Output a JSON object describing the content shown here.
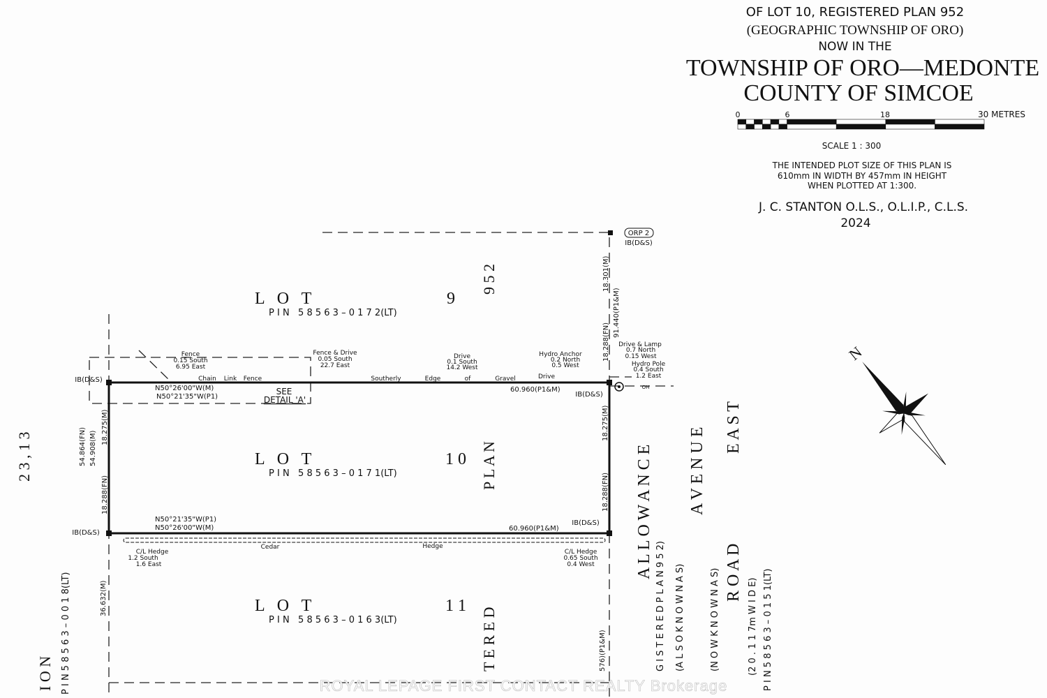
{
  "title_block": {
    "line1": "OF LOT 10, REGISTERED PLAN 952",
    "line2": "(GEOGRAPHIC TOWNSHIP OF ORO)",
    "line3": "NOW IN THE",
    "township": "TOWNSHIP OF ORO—MEDONTE",
    "county": "COUNTY OF SIMCOE",
    "scale_ticks": [
      "0",
      "6",
      "18",
      "30 METRES"
    ],
    "scale": "SCALE 1 : 300",
    "plot_note": [
      "THE INTENDED PLOT SIZE OF THIS PLAN IS",
      "610mm IN WIDTH BY 457mm IN HEIGHT",
      "WHEN PLOTTED AT 1:300."
    ],
    "surveyor": "J. C. STANTON O.L.S., O.L.I.P., C.L.S.",
    "year": "2024"
  },
  "lots": [
    {
      "lot": "L O T",
      "number": "9",
      "pin": "P I N   5 8 5 6 3 – 0 1 7 2(LT)"
    },
    {
      "lot": "L O T",
      "number": "1 0",
      "pin": "P I N   5 8 5 6 3 – 0 1 7 1(LT)"
    },
    {
      "lot": "L O T",
      "number": "1 1",
      "pin": "P I N   5 8 5 6 3 – 0 1 6 3(LT)"
    }
  ],
  "vertical_labels": {
    "plan_952": "9 5 2",
    "plan": "P L A N",
    "tered": "T E R E D",
    "allowance": "A L L O W A N C E",
    "avenue": "A V E N U E",
    "east": "E A S T",
    "road": "R O A D",
    "registered_plan_952": "G I S T E R E D   P L A N   9 5 2)",
    "also_known_as": "(A L S O   K N O W N   A S)",
    "now_known_as": "(N O W   K N O W N   A S)",
    "road_width": "(2 0 . 1 1 7m   W I D E)",
    "road_pin": "P I N   5 8 5 6 3 – 0 1 5 1(LT)",
    "concession": "2 3 ,   1 3",
    "ion": "I O N",
    "left_pin": "P I N   5 8 5 6 3 – 0 0 1 8(LT)"
  },
  "dimensions": {
    "north_bearing_m": "N50°26'00\"W(M)",
    "north_bearing_p1": "N50°21'35\"W(P1)",
    "south_bearing_p1": "N50°21'35\"W(P1)",
    "south_bearing_m": "N50°26'00\"W(M)",
    "north_length": "60.960(P1&M)",
    "south_length": "60.960(P1&M)",
    "west_top": "18.275(M)",
    "west_total_fn": "54.864(FN)",
    "west_total_m": "54.908(M)",
    "west_bottom": "18.288(FN)",
    "west_south": "36.632(M)",
    "east_north_m": "18.301(M)",
    "east_total": "91.440(P1&M)",
    "east_north_fn": "18.288(FN)",
    "east_mid": "18.275(M)",
    "east_south_fn": "18.288(FN)",
    "east_bottom": "576)(P1&M)"
  },
  "annotations": {
    "ib": "IB(D&S)",
    "orp": "ORP 2",
    "fence": [
      "Fence",
      "0.15 South",
      "6.95 East"
    ],
    "fence_drive": [
      "Fence & Drive",
      "0.05 South",
      "22.7 East"
    ],
    "chain_link": [
      "Chain",
      "Link",
      "Fence"
    ],
    "see_detail": [
      "SEE",
      "DETAIL 'A'"
    ],
    "gravel_edge": [
      "Southerly",
      "Edge",
      "of",
      "Gravel",
      "Drive"
    ],
    "drive": [
      "Drive",
      "0.1 South",
      "14.2 West"
    ],
    "hydro_anchor": [
      "Hydro Anchor",
      "0.2 North",
      "0.5 West"
    ],
    "drive_lamp": [
      "Drive & Lamp",
      "0.7 North",
      "0.15 West"
    ],
    "hydro_pole": [
      "Hydro Pole",
      "0.4 South",
      "1.2 East"
    ],
    "oh": "OH",
    "hedge_w": [
      "C/L Hedge",
      "1.2 South",
      "1.6 East"
    ],
    "hedge_e": [
      "C/L Hedge",
      "0.65 South",
      "0.4 West"
    ],
    "cedar": "Cedar",
    "hedge": "Hedge"
  },
  "watermark": "ROYAL LEPAGE FIRST CONTACT REALTY  Brokerage"
}
